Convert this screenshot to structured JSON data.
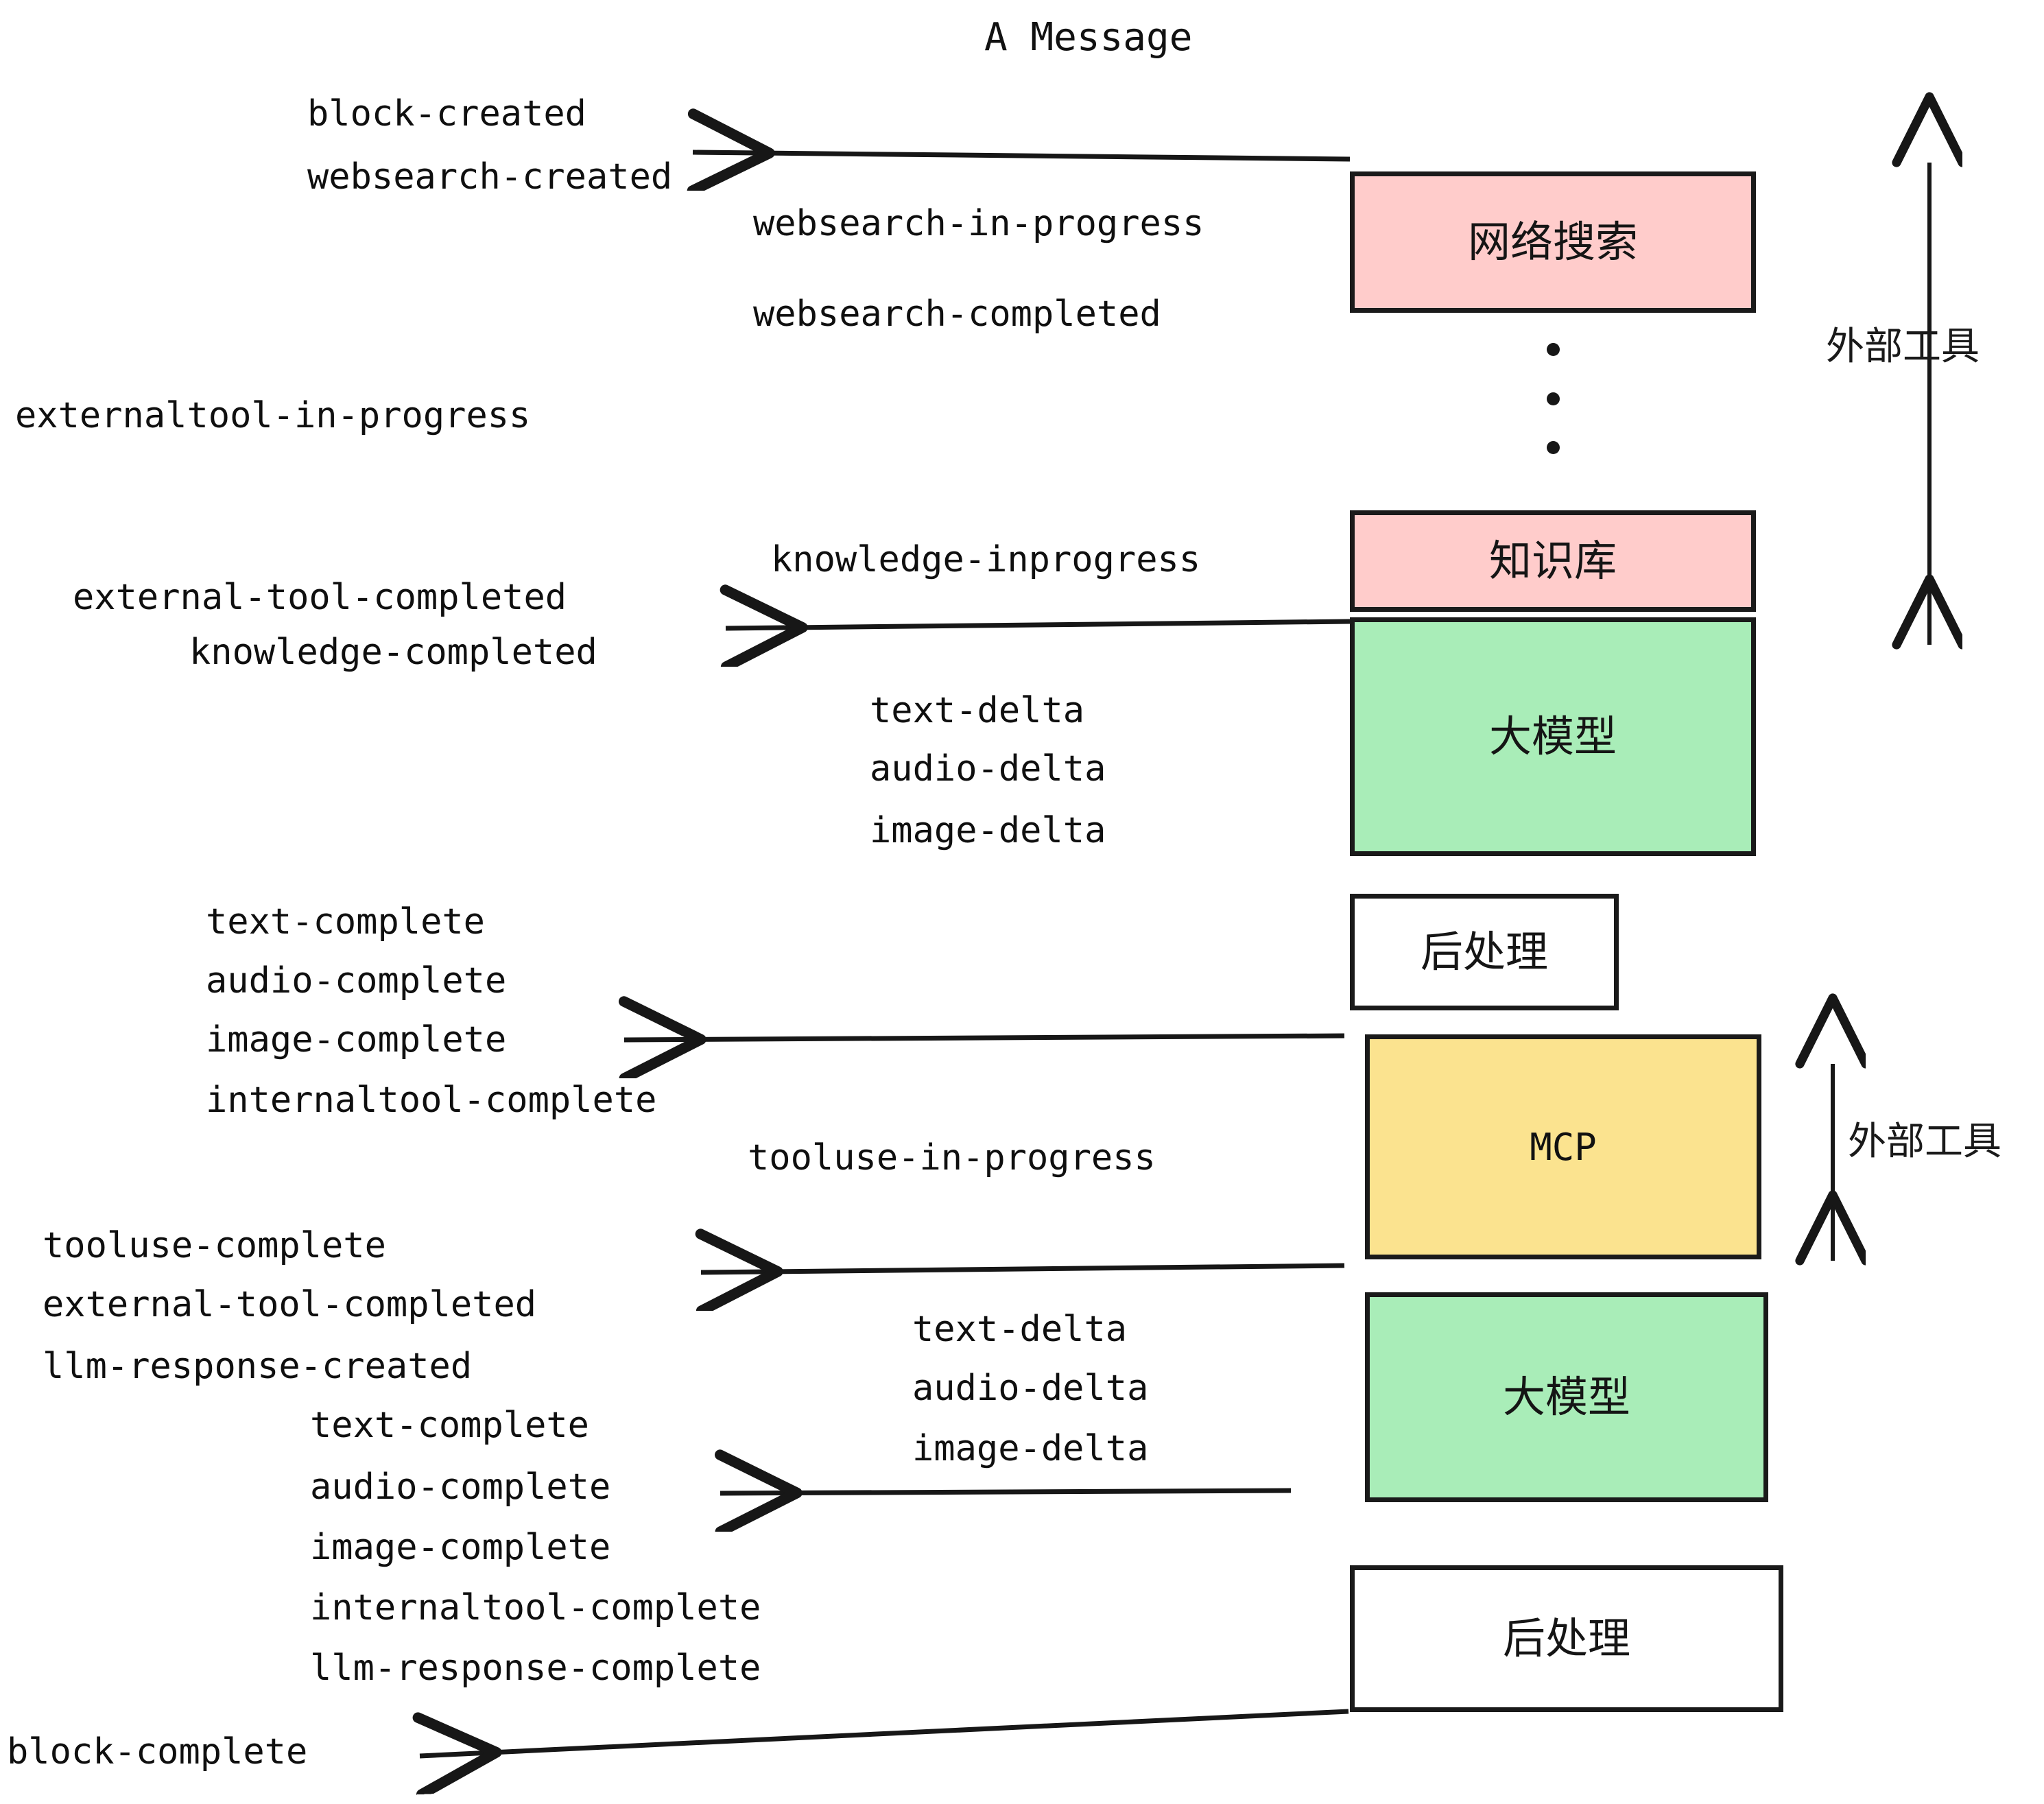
{
  "title": "A Message",
  "colors": {
    "pink": "#FFCCCB",
    "green": "#A9EDB8",
    "yellow": "#FBE38F",
    "white": "#FFFFFF",
    "stroke": "#1A1A1A",
    "text": "#111111",
    "background": "#FFFFFF"
  },
  "nodes": [
    {
      "id": "websearch",
      "label": "网络搜索",
      "fill": "pink",
      "script": "cn"
    },
    {
      "id": "knowledge",
      "label": "知识库",
      "fill": "pink",
      "script": "cn"
    },
    {
      "id": "llm-1",
      "label": "大模型",
      "fill": "green",
      "script": "cn"
    },
    {
      "id": "postprocess-1",
      "label": "后处理",
      "fill": "white",
      "script": "cn"
    },
    {
      "id": "mcp",
      "label": "MCP",
      "fill": "yellow",
      "script": "latin"
    },
    {
      "id": "llm-2",
      "label": "大模型",
      "fill": "green",
      "script": "cn"
    },
    {
      "id": "postprocess-2",
      "label": "后处理",
      "fill": "white",
      "script": "cn"
    }
  ],
  "ellipsis": {
    "dots": 3
  },
  "side_labels": [
    {
      "id": "external-tool-top",
      "text": "外部工具"
    },
    {
      "id": "external-tool-bottom",
      "text": "外部工具"
    }
  ],
  "events": [
    {
      "id": "block-created",
      "text": "block-created"
    },
    {
      "id": "websearch-created",
      "text": "websearch-created"
    },
    {
      "id": "websearch-in-progress",
      "text": "websearch-in-progress"
    },
    {
      "id": "websearch-completed",
      "text": "websearch-completed"
    },
    {
      "id": "externaltool-in-progress",
      "text": "externaltool-in-progress"
    },
    {
      "id": "knowledge-inprogress",
      "text": "knowledge-inprogress"
    },
    {
      "id": "external-tool-completed-1",
      "text": "external-tool-completed"
    },
    {
      "id": "knowledge-completed",
      "text": "knowledge-completed"
    },
    {
      "id": "text-delta-1",
      "text": "text-delta"
    },
    {
      "id": "audio-delta-1",
      "text": "audio-delta"
    },
    {
      "id": "image-delta-1",
      "text": "image-delta"
    },
    {
      "id": "text-complete-1",
      "text": "text-complete"
    },
    {
      "id": "audio-complete-1",
      "text": "audio-complete"
    },
    {
      "id": "image-complete-1",
      "text": "image-complete"
    },
    {
      "id": "internaltool-complete-1",
      "text": "internaltool-complete"
    },
    {
      "id": "tooluse-in-progress",
      "text": "tooluse-in-progress"
    },
    {
      "id": "tooluse-complete",
      "text": "tooluse-complete"
    },
    {
      "id": "external-tool-completed-2",
      "text": "external-tool-completed"
    },
    {
      "id": "llm-response-created",
      "text": "llm-response-created"
    },
    {
      "id": "text-delta-2",
      "text": "text-delta"
    },
    {
      "id": "audio-delta-2",
      "text": "audio-delta"
    },
    {
      "id": "image-delta-2",
      "text": "image-delta"
    },
    {
      "id": "text-complete-2",
      "text": "text-complete"
    },
    {
      "id": "audio-complete-2",
      "text": "audio-complete"
    },
    {
      "id": "image-complete-2",
      "text": "image-complete"
    },
    {
      "id": "internaltool-complete-2",
      "text": "internaltool-complete"
    },
    {
      "id": "llm-response-complete",
      "text": "llm-response-complete"
    },
    {
      "id": "block-complete",
      "text": "block-complete"
    }
  ]
}
